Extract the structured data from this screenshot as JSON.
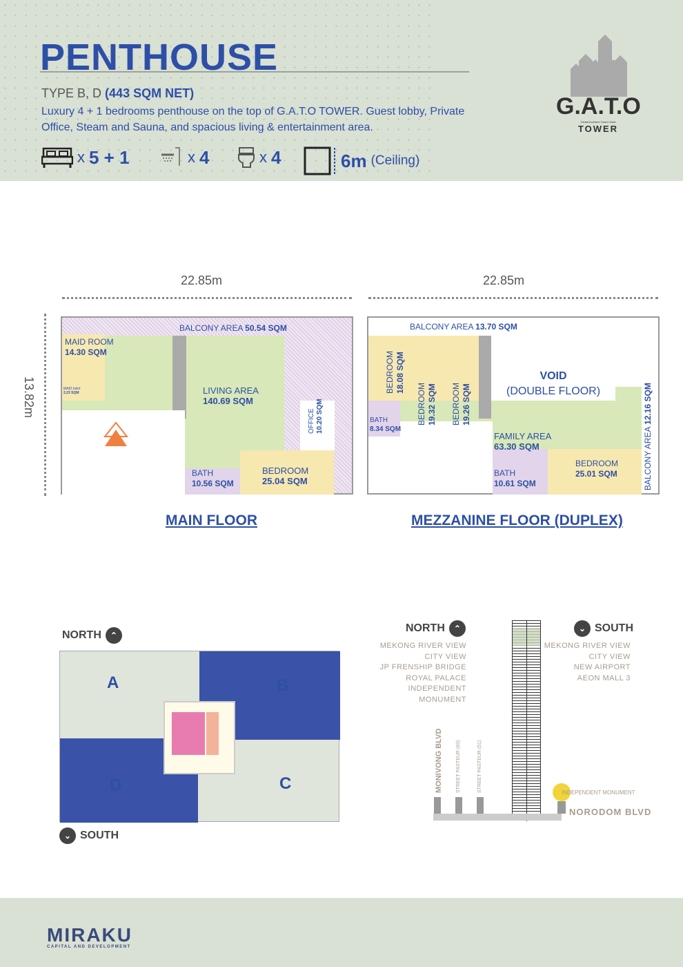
{
  "header": {
    "title": "PENTHOUSE",
    "type": "TYPE B, D",
    "area": "(443 SQM NET)",
    "description": "Luxury 4 + 1 bedrooms penthouse on the top of G.A.T.O TOWER. Guest lobby, Private Office, Steam and Sauna, and spacious living & entertainment area.",
    "features": [
      {
        "icon": "bed-icon",
        "x": "x",
        "value": "5 + 1"
      },
      {
        "icon": "shower-icon",
        "x": "x",
        "value": "4"
      },
      {
        "icon": "toilet-icon",
        "x": "x",
        "value": "4"
      }
    ],
    "ceiling": {
      "value": "6m",
      "label": "(Ceiling)"
    }
  },
  "logo": {
    "name": "G.A.T.O",
    "subtitle": "Global Architect Tower Oasis",
    "tower": "TOWER"
  },
  "main_floor": {
    "width": "22.85m",
    "depth": "13.82m",
    "title": "MAIN FLOOR",
    "rooms": [
      {
        "name": "BALCONY AREA",
        "area": "50.54 SQM"
      },
      {
        "name": "MAID ROOM",
        "area": "14.30 SQM"
      },
      {
        "name": "MAID toilet",
        "area": "2.23 SQM"
      },
      {
        "name": "LIVING AREA",
        "area": "140.69 SQM"
      },
      {
        "name": "OFFICE",
        "area": "10.20 SQM"
      },
      {
        "name": "BATH",
        "area": "10.56 SQM"
      },
      {
        "name": "BEDROOM",
        "area": "25.04 SQM"
      }
    ]
  },
  "mezzanine": {
    "width": "22.85m",
    "title": "MEZZANINE FLOOR (DUPLEX)",
    "rooms": [
      {
        "name": "BALCONY AREA",
        "area": "13.70 SQM"
      },
      {
        "name": "BEDROOM",
        "area": "18.08 SQM"
      },
      {
        "name": "BEDROOM",
        "area": "19.32 SQM"
      },
      {
        "name": "BEDROOM",
        "area": "19.26 SQM"
      },
      {
        "name": "BATH",
        "area": "8.34 SQM"
      },
      {
        "name": "VOID",
        "area": "(DOUBLE FLOOR)"
      },
      {
        "name": "FAMILY AREA",
        "area": "63.30 SQM"
      },
      {
        "name": "BATH",
        "area": "10.61 SQM"
      },
      {
        "name": "BEDROOM",
        "area": "25.01 SQM"
      },
      {
        "name": "BALCONY AREA",
        "area": "12.16 SQM"
      }
    ]
  },
  "key_plan": {
    "north": "NORTH",
    "south": "SOUTH",
    "units": [
      "A",
      "B",
      "C",
      "D"
    ]
  },
  "elevation": {
    "north": "NORTH",
    "south": "SOUTH",
    "north_views": [
      "MEKONG RIVER VIEW",
      "CITY VIEW",
      "JP FRENSHIP BRIDGE",
      "ROYAL PALACE",
      "INDEPENDENT",
      "MONUMENT"
    ],
    "south_views": [
      "MEKONG RIVER VIEW",
      "CITY VIEW",
      "NEW AIRPORT",
      "AEON MALL 3"
    ],
    "streets": [
      "MONIVONG BLVD",
      "STREET PASTEUR (63)",
      "STREET PASTEUR (51)"
    ],
    "monument": "INDEPENDENT MONUMENT",
    "road": "NORODOM BLVD"
  },
  "footer": {
    "brand": "MIRAKU",
    "tagline": "CAPITAL AND DEVELOPMENT"
  }
}
